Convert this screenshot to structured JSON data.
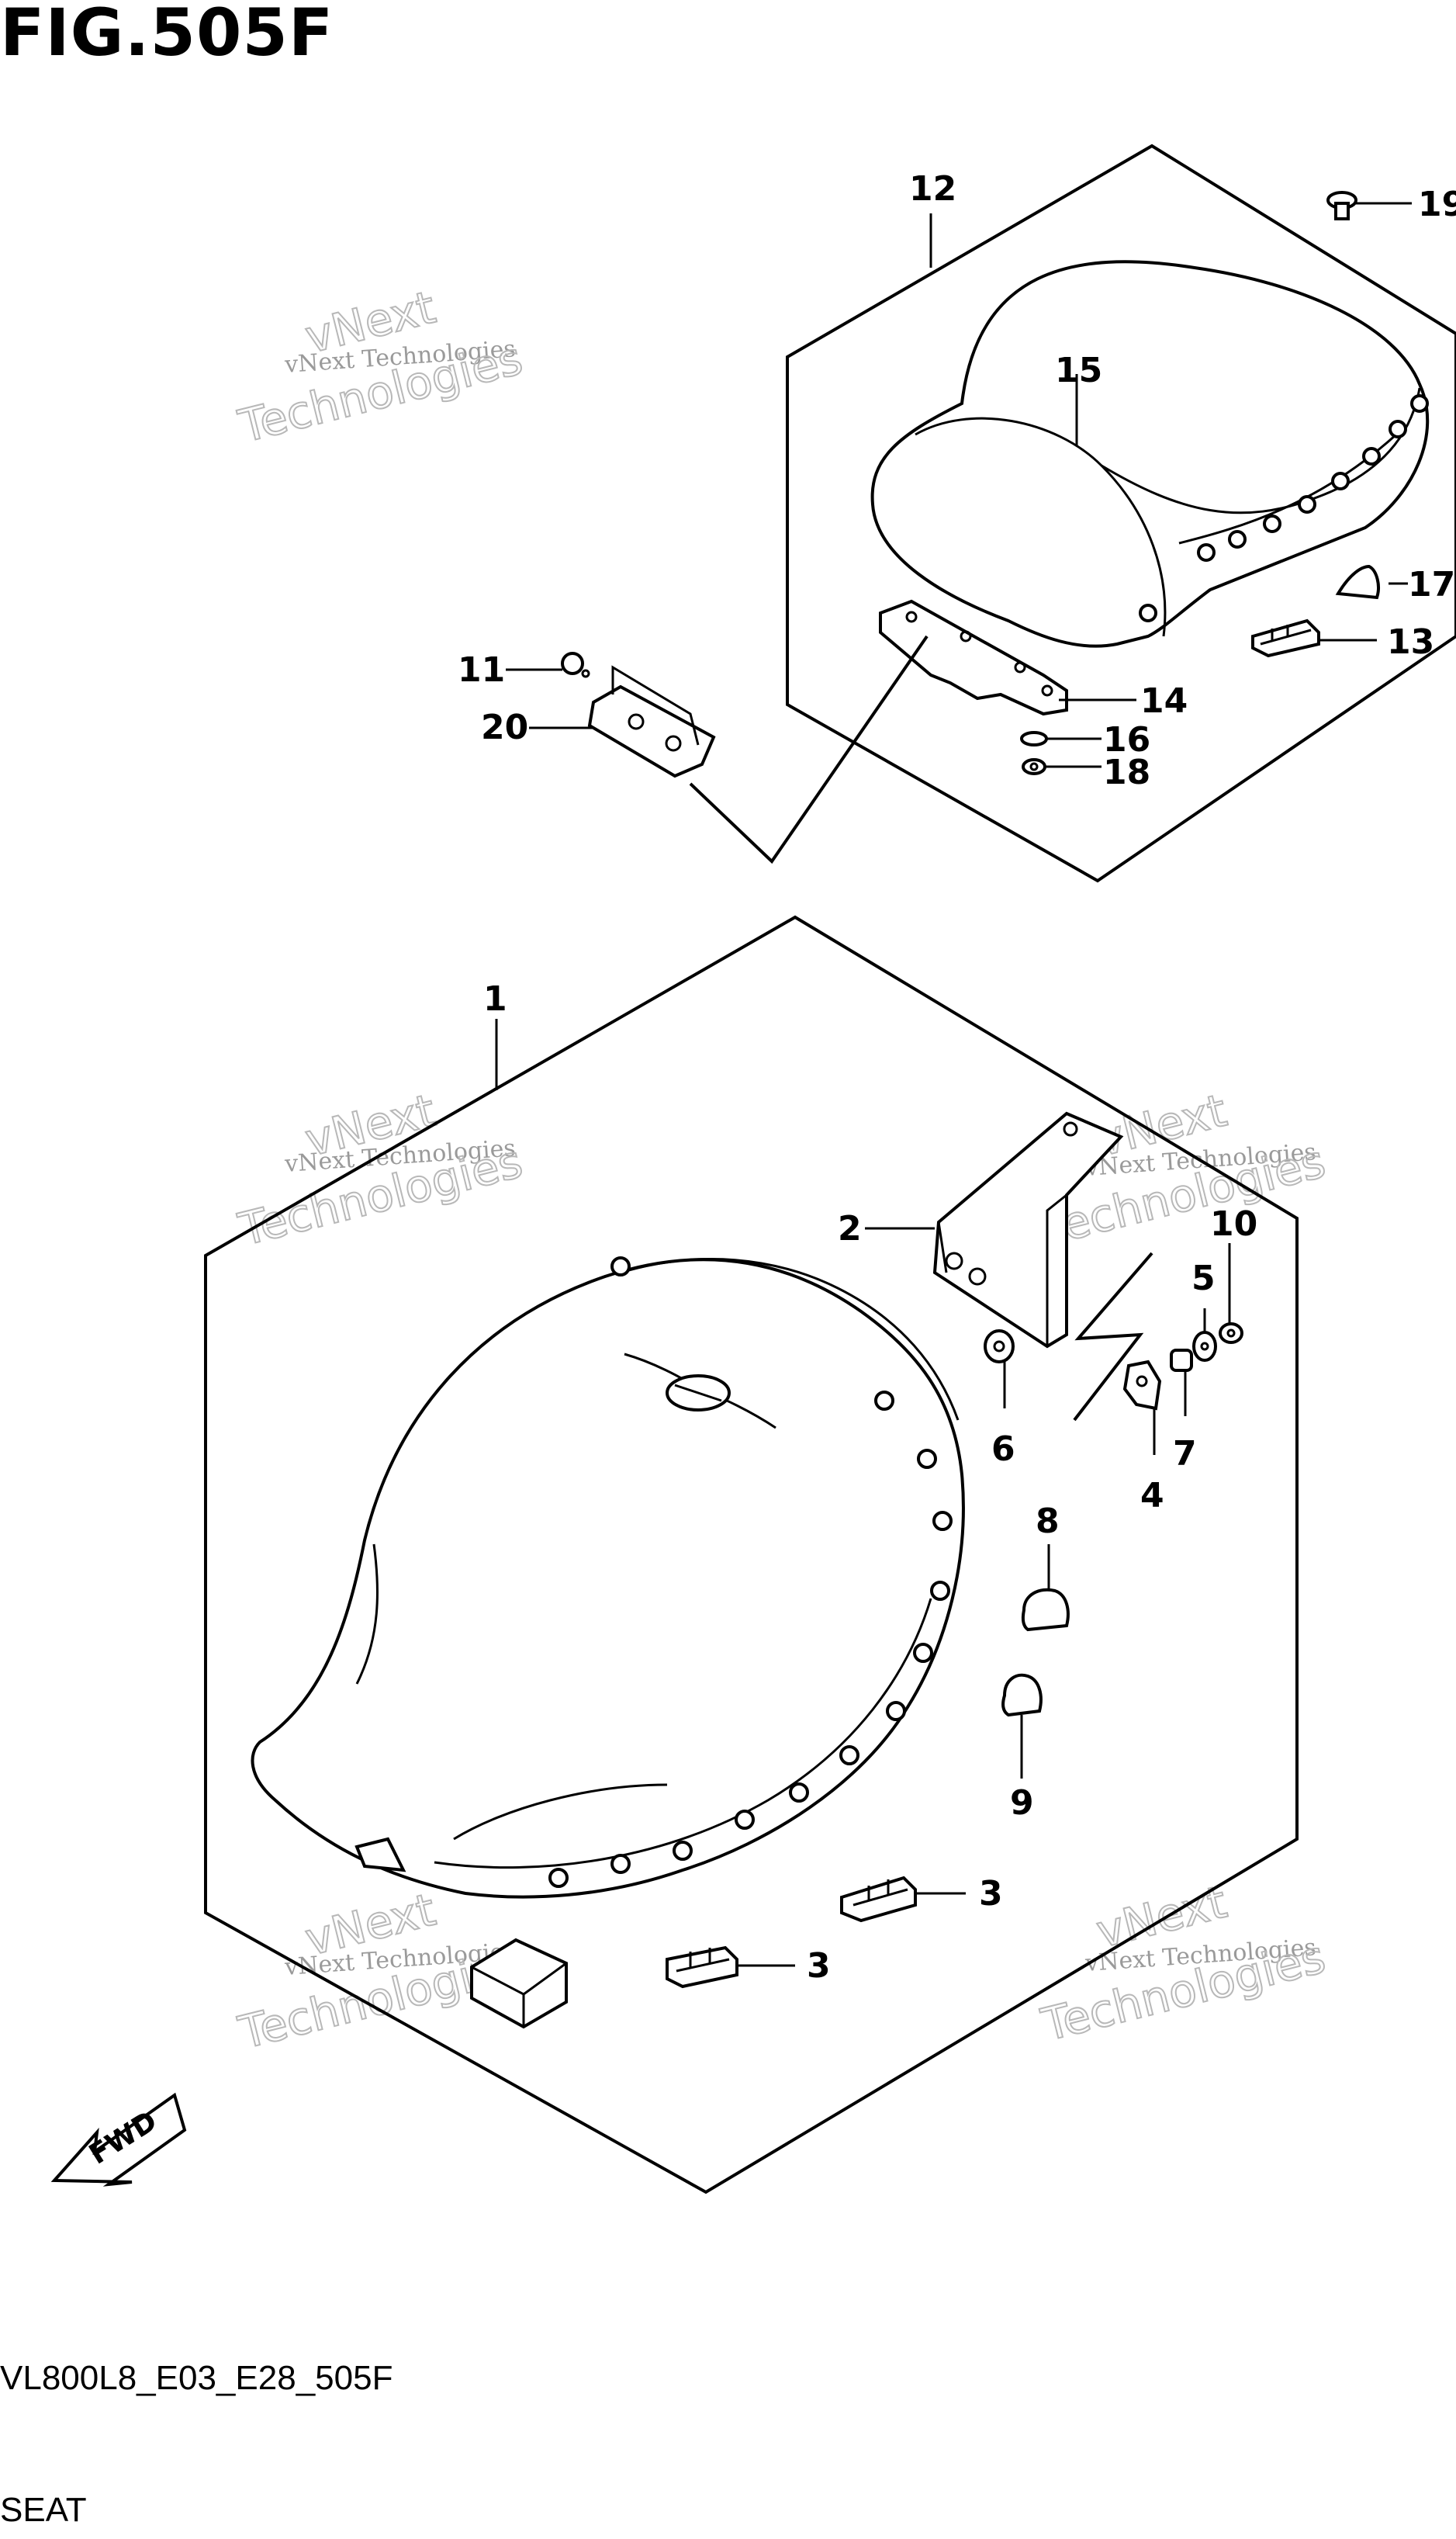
{
  "figure": {
    "title": "FIG.505F",
    "code": "VL800L8_E03_E28_505F",
    "name": "SEAT"
  },
  "watermark": {
    "line1": "vNext",
    "line2": "vNext Technologies",
    "line3": "Technologies"
  },
  "direction_marker": "FWD",
  "callouts": {
    "c1": "1",
    "c2": "2",
    "c3a": "3",
    "c3b": "3",
    "c4": "4",
    "c5": "5",
    "c6": "6",
    "c7": "7",
    "c8": "8",
    "c9": "9",
    "c10": "10",
    "c11": "11",
    "c12": "12",
    "c13": "13",
    "c14": "14",
    "c15": "15",
    "c16": "16",
    "c17": "17",
    "c18": "18",
    "c19": "19",
    "c20": "20"
  }
}
